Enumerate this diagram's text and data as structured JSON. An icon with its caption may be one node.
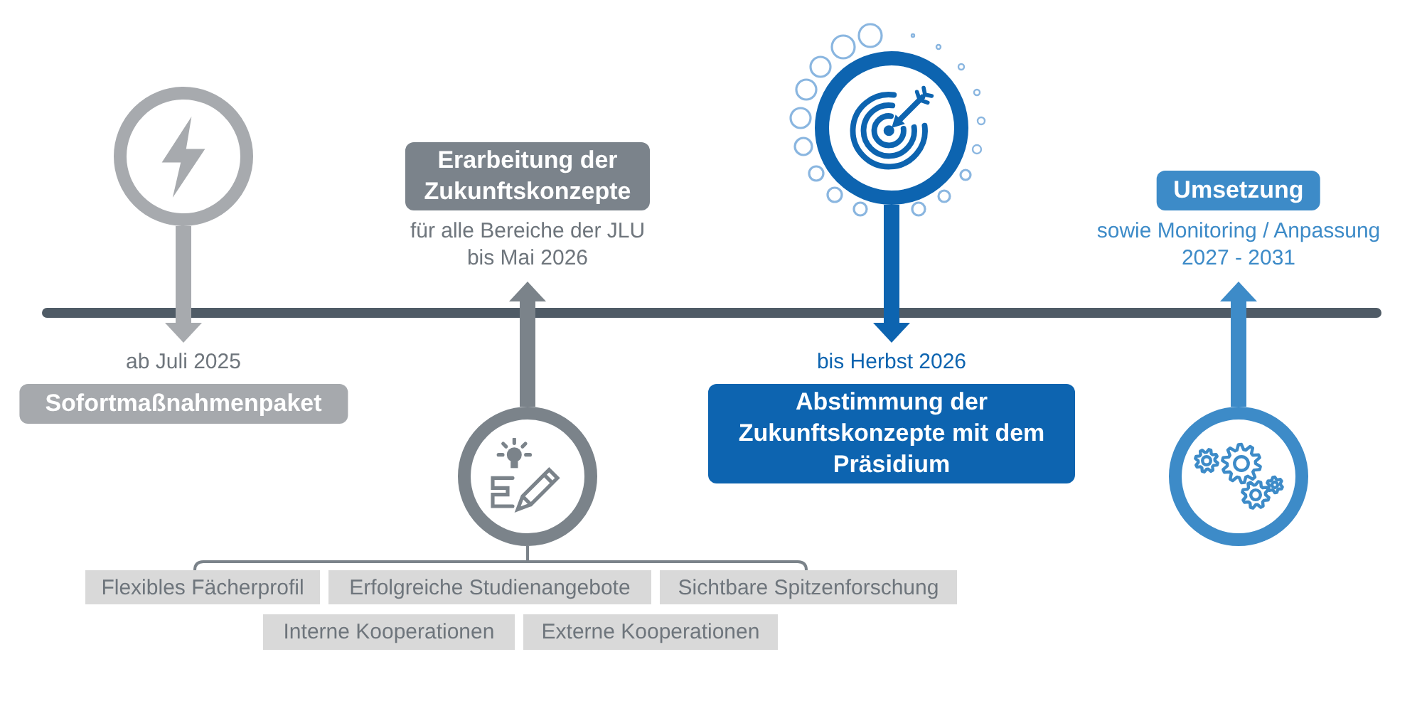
{
  "diagram": {
    "nodes": [
      {
        "text": [],
        "shape": "circle"
      },
      {
        "text": [
          "Sofortmaßnahmenpaket"
        ],
        "beside": [
          "ab Juli 2025"
        ]
      },
      {
        "text": [
          "Erarbeitung der Zukunftskonzepte"
        ],
        "beside": [
          "für alle Bereiche der JLU",
          "bis Mai 2026"
        ]
      },
      {
        "text": [],
        "shape": "circle"
      },
      {
        "text": [],
        "shape": "circle"
      },
      {
        "text": [
          "Abstimmung der Zukunftskonzepte mit dem Präsidium"
        ],
        "beside": [
          "bis Herbst 2026"
        ]
      },
      {
        "text": [
          "Umsetzung"
        ],
        "beside": [
          "sowie Monitoring / Anpassung",
          "2027 - 2031"
        ]
      },
      {
        "text": [],
        "shape": "circle"
      },
      {
        "text": [
          "Flexibles Fächerprofil"
        ]
      },
      {
        "text": [
          "Erfolgreiche Studienangebote"
        ]
      },
      {
        "text": [
          "Sichtbare Spitzenforschung"
        ]
      },
      {
        "text": [
          "Interne Kooperationen"
        ]
      },
      {
        "text": [
          "Externe Kooperationen"
        ]
      }
    ],
    "edges": [
      {
        "from": 0,
        "to": 1,
        "arrow": "to",
        "color": "#a7aaae"
      },
      {
        "from": 3,
        "to": 2,
        "arrow": "to",
        "color": "#7b838a"
      },
      {
        "from": 4,
        "to": 5,
        "arrow": "to",
        "color": "#0d64b0"
      },
      {
        "from": 7,
        "to": 6,
        "arrow": "to",
        "color": "#3d8bc8"
      }
    ]
  }
}
